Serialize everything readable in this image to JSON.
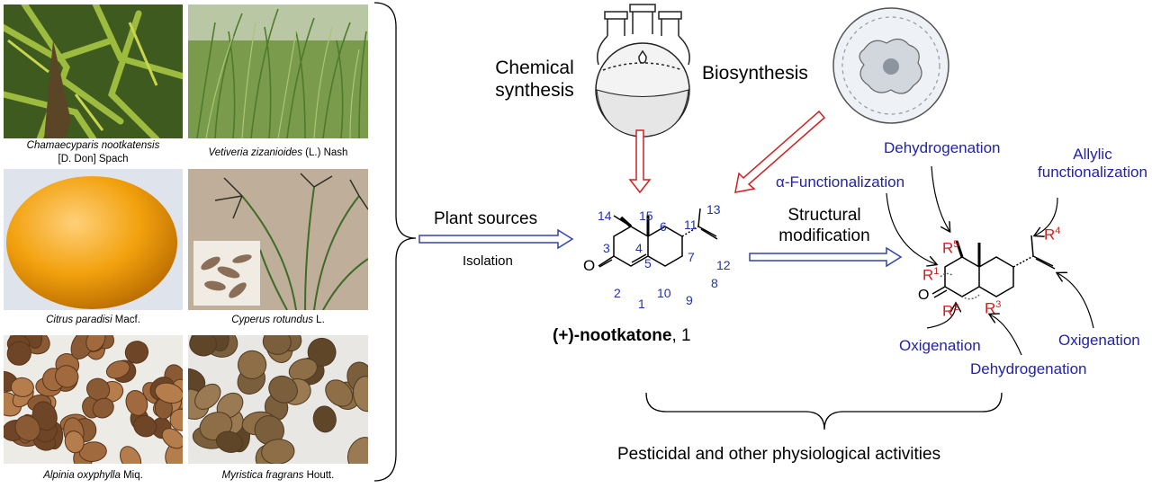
{
  "plants": [
    {
      "species": "Chamaecyparis nootkatensis",
      "authority": "[D. Don] Spach"
    },
    {
      "species": "Vetiveria zizanioides",
      "authority": " (L.) Nash"
    },
    {
      "species": "Citrus paradisi",
      "authority": " Macf."
    },
    {
      "species": "Cyperus rotundus",
      "authority": " L."
    },
    {
      "species": "Alpinia oxyphylla",
      "authority": " Miq."
    },
    {
      "species": "Myristica fragrans",
      "authority": " Houtt."
    }
  ],
  "labels": {
    "chemical_synthesis_1": "Chemical",
    "chemical_synthesis_2": "synthesis",
    "biosynthesis": "Biosynthesis",
    "plant_sources": "Plant sources",
    "isolation": "Isolation",
    "structural_1": "Structural",
    "structural_2": "modification",
    "compound_name": "(+)-nootkatone",
    "compound_number": ", 1",
    "outcome": "Pesticidal and other physiological activities"
  },
  "atom_numbers": [
    "14",
    "15",
    "6",
    "13",
    "11",
    "3",
    "4",
    "5",
    "7",
    "12",
    "2",
    "1",
    "10",
    "9",
    "8"
  ],
  "atoms": {
    "oxygen": "O"
  },
  "modifications": {
    "dehydrogenation_top": "Dehydrogenation",
    "alpha_functionalization": "α-Functionalization",
    "allylic_1": "Allylic",
    "allylic_2": "functionalization",
    "oxigenation_left": "Oxigenation",
    "oxigenation_right": "Oxigenation",
    "dehydrogenation_bottom": "Dehydrogenation"
  },
  "r_groups": {
    "r1": "R",
    "r1_sup": "1",
    "r2": "R",
    "r2_sup": "2",
    "r3": "R",
    "r3_sup": "3",
    "r4": "R",
    "r4_sup": "4",
    "r5": "R",
    "r5_sup": "5"
  },
  "colors": {
    "arrow_red": "#cc2222",
    "arrow_blue": "#3344aa",
    "label_blue": "#2222aa",
    "r_red": "#cc2222"
  }
}
